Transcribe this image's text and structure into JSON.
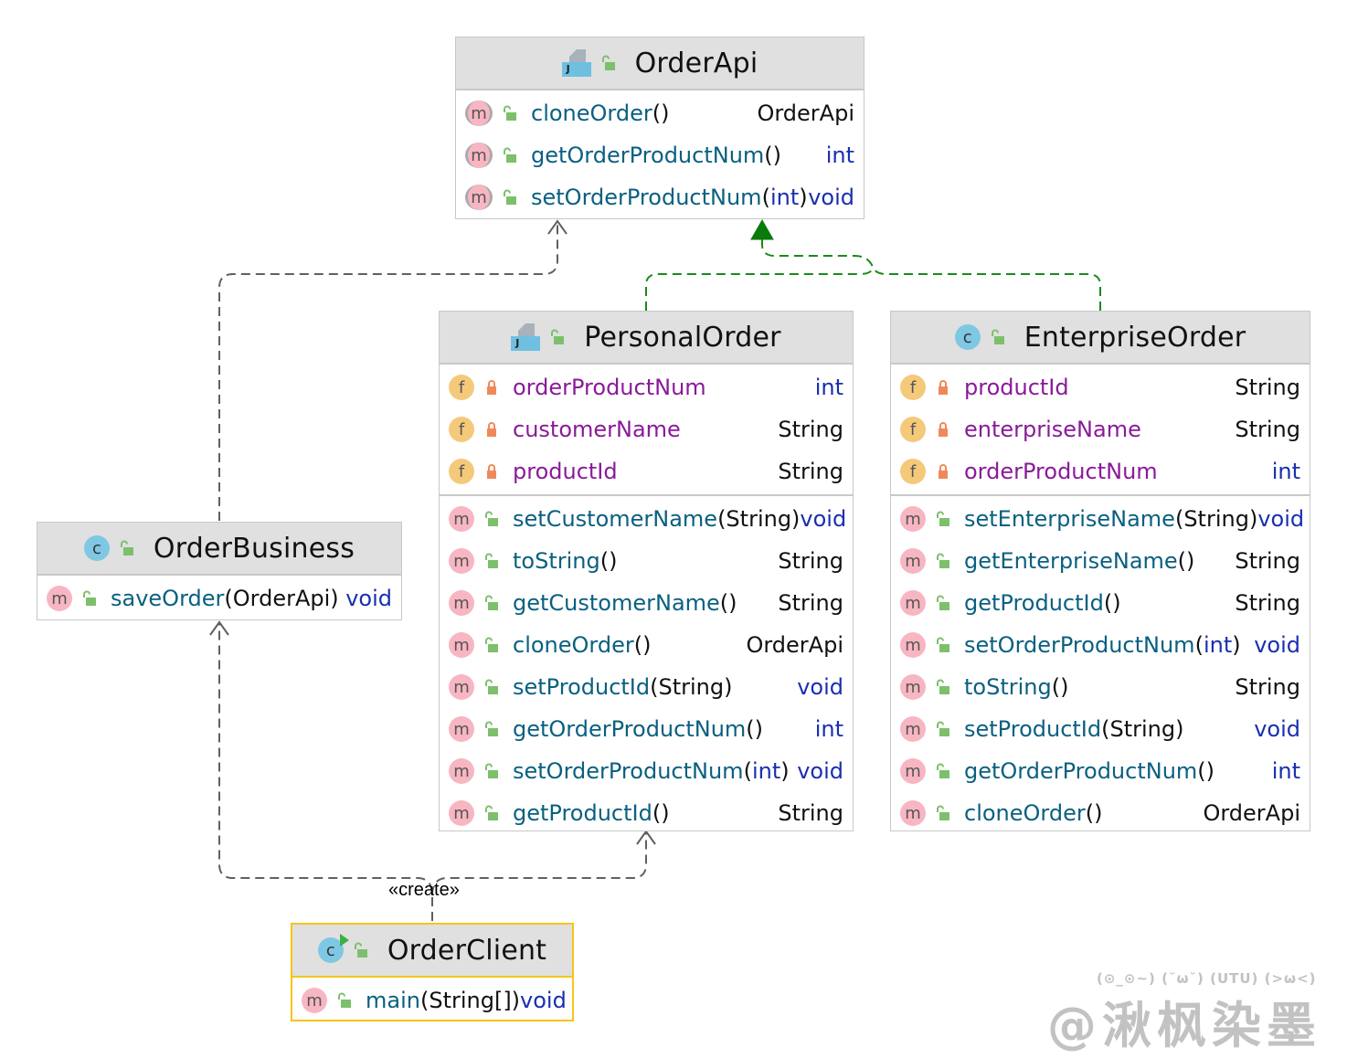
{
  "colors": {
    "method_name": "#0a6080",
    "field_name": "#8a1a9a",
    "keyword_type": "#1a2fb0",
    "realization_edge": "#1a8a1a",
    "dependency_edge": "#606060",
    "selected_border": "#f5c518"
  },
  "classes": {
    "order_api": {
      "name": "OrderApi",
      "kind": "interface",
      "methods": [
        {
          "name": "cloneOrder",
          "params_pre": "()",
          "params_kw": "",
          "params_post": "",
          "type": "OrderApi",
          "type_kw": false
        },
        {
          "name": "getOrderProductNum",
          "params_pre": "()",
          "params_kw": "",
          "params_post": "",
          "type": "int",
          "type_kw": true
        },
        {
          "name": "setOrderProductNum",
          "params_pre": "(",
          "params_kw": "int",
          "params_post": ")",
          "type": "void",
          "type_kw": true
        }
      ]
    },
    "personal_order": {
      "name": "PersonalOrder",
      "kind": "interface",
      "fields": [
        {
          "name": "orderProductNum",
          "type": "int",
          "type_kw": true
        },
        {
          "name": "customerName",
          "type": "String",
          "type_kw": false
        },
        {
          "name": "productId",
          "type": "String",
          "type_kw": false
        }
      ],
      "methods": [
        {
          "name": "setCustomerName",
          "params_pre": "(String)",
          "params_kw": "",
          "params_post": "",
          "type": "void",
          "type_kw": true
        },
        {
          "name": "toString",
          "params_pre": "()",
          "params_kw": "",
          "params_post": "",
          "type": "String",
          "type_kw": false
        },
        {
          "name": "getCustomerName",
          "params_pre": "()",
          "params_kw": "",
          "params_post": "",
          "type": "String",
          "type_kw": false
        },
        {
          "name": "cloneOrder",
          "params_pre": "()",
          "params_kw": "",
          "params_post": "",
          "type": "OrderApi",
          "type_kw": false
        },
        {
          "name": "setProductId",
          "params_pre": "(String)",
          "params_kw": "",
          "params_post": "",
          "type": "void",
          "type_kw": true
        },
        {
          "name": "getOrderProductNum",
          "params_pre": "()",
          "params_kw": "",
          "params_post": "",
          "type": "int",
          "type_kw": true
        },
        {
          "name": "setOrderProductNum",
          "params_pre": "(",
          "params_kw": "int",
          "params_post": ")",
          "type": "void",
          "type_kw": true
        },
        {
          "name": "getProductId",
          "params_pre": "()",
          "params_kw": "",
          "params_post": "",
          "type": "String",
          "type_kw": false
        }
      ]
    },
    "enterprise_order": {
      "name": "EnterpriseOrder",
      "kind": "class",
      "fields": [
        {
          "name": "productId",
          "type": "String",
          "type_kw": false
        },
        {
          "name": "enterpriseName",
          "type": "String",
          "type_kw": false
        },
        {
          "name": "orderProductNum",
          "type": "int",
          "type_kw": true
        }
      ],
      "methods": [
        {
          "name": "setEnterpriseName",
          "params_pre": "(String)",
          "params_kw": "",
          "params_post": "",
          "type": "void",
          "type_kw": true
        },
        {
          "name": "getEnterpriseName",
          "params_pre": "()",
          "params_kw": "",
          "params_post": "",
          "type": "String",
          "type_kw": false
        },
        {
          "name": "getProductId",
          "params_pre": "()",
          "params_kw": "",
          "params_post": "",
          "type": "String",
          "type_kw": false
        },
        {
          "name": "setOrderProductNum",
          "params_pre": "(",
          "params_kw": "int",
          "params_post": ")",
          "type": "void",
          "type_kw": true
        },
        {
          "name": "toString",
          "params_pre": "()",
          "params_kw": "",
          "params_post": "",
          "type": "String",
          "type_kw": false
        },
        {
          "name": "setProductId",
          "params_pre": "(String)",
          "params_kw": "",
          "params_post": "",
          "type": "void",
          "type_kw": true
        },
        {
          "name": "getOrderProductNum",
          "params_pre": "()",
          "params_kw": "",
          "params_post": "",
          "type": "int",
          "type_kw": true
        },
        {
          "name": "cloneOrder",
          "params_pre": "()",
          "params_kw": "",
          "params_post": "",
          "type": "OrderApi",
          "type_kw": false
        }
      ]
    },
    "order_business": {
      "name": "OrderBusiness",
      "kind": "class",
      "methods": [
        {
          "name": "saveOrder",
          "params_pre": "(OrderApi)",
          "params_kw": "",
          "params_post": "",
          "type": "void",
          "type_kw": true
        }
      ]
    },
    "order_client": {
      "name": "OrderClient",
      "kind": "runnable-class",
      "methods": [
        {
          "name": "main",
          "params_pre": "(String[])",
          "params_kw": "",
          "params_post": "",
          "type": "void",
          "type_kw": true
        }
      ]
    }
  },
  "edges": {
    "create_label": "«create»"
  },
  "watermark": {
    "faces": "(⊙_⊙~) (˘ω˘) (UTU) (>ω<)",
    "text": "@湫枫染墨"
  },
  "icons": {
    "field_badge": "f",
    "method_badge": "m",
    "class_badge": "c",
    "interface_letter": "J"
  }
}
